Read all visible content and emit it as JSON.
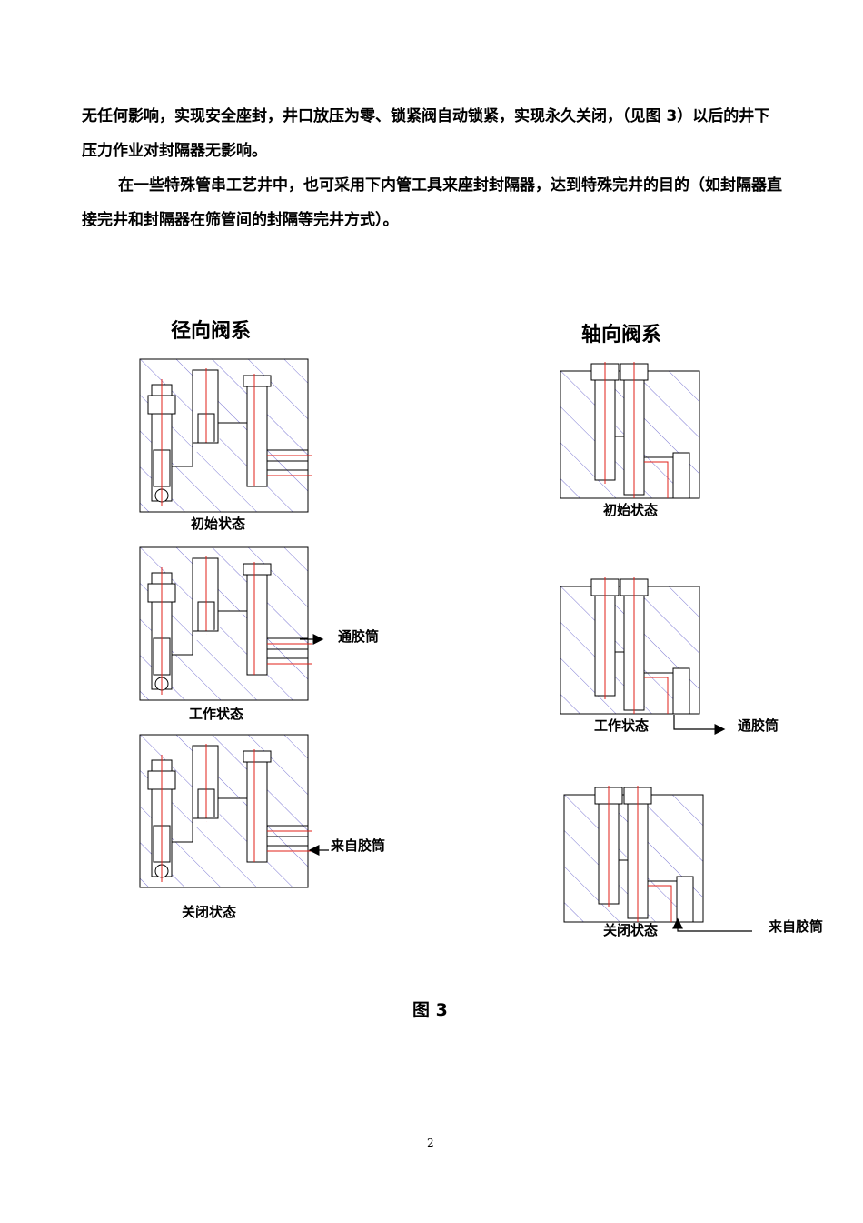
{
  "paragraphs": [
    "无任何影响，实现安全座封，井口放压为零、锁紧阀自动锁紧，实现永久关闭，（见图 3）以后的井下压力作业对封隔器无影响。",
    "在一些特殊管串工艺井中，也可采用下内管工具来座封封隔器，达到特殊完井的目的（如封隔器直接完井和封隔器在筛管间的封隔等完井方式）。"
  ],
  "figure": {
    "left_title": "径向阀系",
    "right_title": "轴向阀系",
    "left_states": [
      "初始状态",
      "工作状态",
      "关闭状态"
    ],
    "right_states": [
      "初始状态",
      "工作状态",
      "关闭状态"
    ],
    "to_rubber": "通胶筒",
    "from_rubber": "来自胶筒",
    "caption": "图 3"
  },
  "page_number": "2",
  "colors": {
    "outline": "#000000",
    "hatch": "#5a55c8",
    "flow_line": "#e0201a"
  }
}
